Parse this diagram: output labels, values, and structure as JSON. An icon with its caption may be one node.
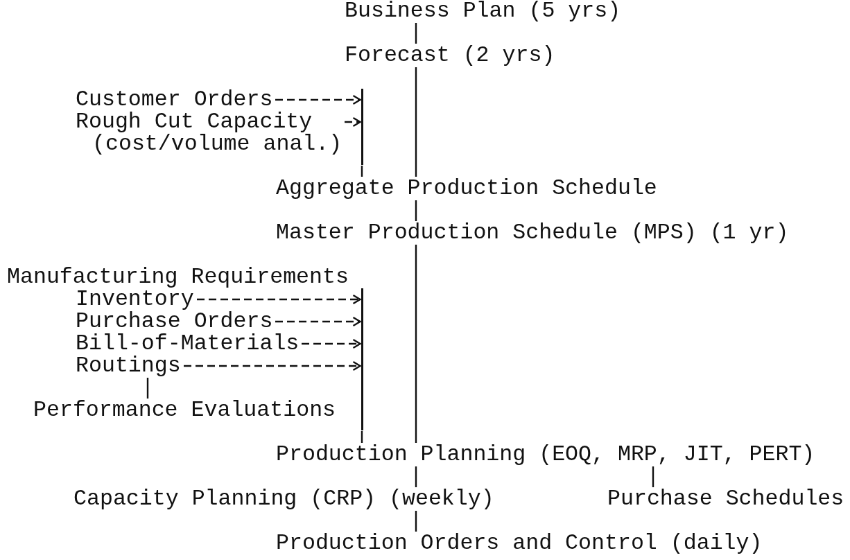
{
  "diagram": {
    "nodes": [
      {
        "text": [
          "Business Plan (5 yrs)"
        ]
      },
      {
        "text": [
          "Forecast (2 yrs)"
        ]
      },
      {
        "text": [
          "Customer Orders"
        ]
      },
      {
        "text": [
          "Rough Cut Capacity",
          "(cost/volume anal.)"
        ]
      },
      {
        "text": [
          "Aggregate Production Schedule"
        ]
      },
      {
        "text": [
          "Master Production Schedule (MPS) (1 yr)"
        ]
      },
      {
        "text": [
          "Inventory"
        ]
      },
      {
        "text": [
          "Purchase Orders"
        ]
      },
      {
        "text": [
          "Bill-of-Materials"
        ]
      },
      {
        "text": [
          "Routings"
        ]
      },
      {
        "text": [
          "Performance Evaluations"
        ]
      },
      {
        "text": [
          "Production Planning (EOQ, MRP, JIT, PERT)"
        ]
      },
      {
        "text": [
          "Capacity Planning (CRP) (weekly)"
        ]
      },
      {
        "text": [
          "Purchase Schedules"
        ]
      },
      {
        "text": [
          "Production Orders and Control (daily)"
        ]
      },
      {
        "text": [],
        "shape": "bar"
      },
      {
        "text": [],
        "shape": "bar"
      }
    ],
    "edges": [
      {
        "from": 0,
        "to": 1,
        "arrow": "none"
      },
      {
        "from": 1,
        "to": 4,
        "arrow": "none"
      },
      {
        "from": 2,
        "to": 15,
        "arrow": "to",
        "style": "dashed"
      },
      {
        "from": 3,
        "to": 15,
        "arrow": "to",
        "style": "dashed"
      },
      {
        "from": 15,
        "to": 4,
        "arrow": "none"
      },
      {
        "from": 4,
        "to": 5,
        "arrow": "none"
      },
      {
        "from": 5,
        "to": 11,
        "arrow": "none"
      },
      {
        "from": 6,
        "to": 16,
        "arrow": "to",
        "style": "dashed"
      },
      {
        "from": 7,
        "to": 16,
        "arrow": "to",
        "style": "dashed"
      },
      {
        "from": 8,
        "to": 16,
        "arrow": "to",
        "style": "dashed"
      },
      {
        "from": 9,
        "to": 16,
        "arrow": "to",
        "style": "dashed"
      },
      {
        "from": 16,
        "to": 11,
        "arrow": "none"
      },
      {
        "from": 9,
        "to": 10,
        "arrow": "none"
      },
      {
        "from": 11,
        "to": 12,
        "arrow": "none"
      },
      {
        "from": 11,
        "to": 13,
        "arrow": "none"
      },
      {
        "from": 12,
        "to": 14,
        "arrow": "none"
      }
    ],
    "labels": [
      "Manufacturing Requirements"
    ]
  }
}
